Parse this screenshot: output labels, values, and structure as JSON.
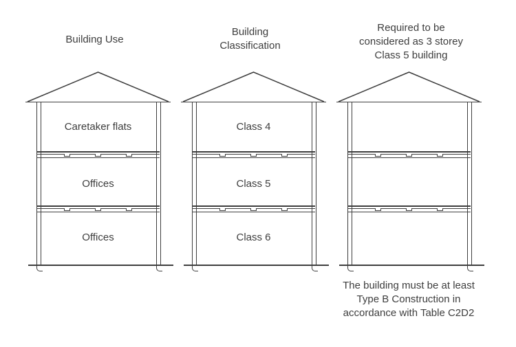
{
  "colors": {
    "background": "#ffffff",
    "line": "#3d3d3d",
    "text": "#3d3d3d"
  },
  "buildings": [
    {
      "header": "Building Use",
      "floors": [
        {
          "label": "Caretaker flats"
        },
        {
          "label": "Offices"
        },
        {
          "label": "Offices"
        }
      ]
    },
    {
      "header": "Building\nClassification",
      "floors": [
        {
          "label": "Class 4"
        },
        {
          "label": "Class 5"
        },
        {
          "label": "Class 6"
        }
      ]
    },
    {
      "header": "Required to be\nconsidered as 3 storey\nClass 5 building",
      "floors": [
        {
          "label": ""
        },
        {
          "label": ""
        },
        {
          "label": ""
        }
      ]
    }
  ],
  "note": "The building must be at least\nType B Construction in\naccordance with Table C2D2"
}
